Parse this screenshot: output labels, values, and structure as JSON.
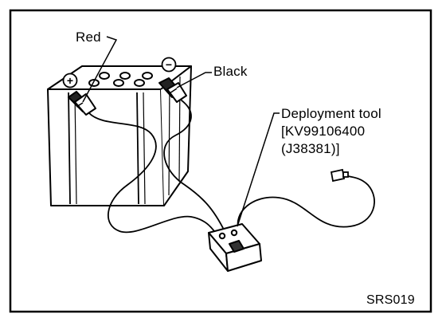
{
  "figure": {
    "labels": {
      "red": "Red",
      "black": "Black",
      "tool_lines": [
        "Deployment tool",
        "[KV99106400",
        "(J38381)]"
      ],
      "figure_code": "SRS019"
    },
    "terminal_symbols": {
      "positive": "+",
      "negative": "−"
    },
    "colors": {
      "ink": "#000000",
      "paper": "#ffffff"
    }
  }
}
